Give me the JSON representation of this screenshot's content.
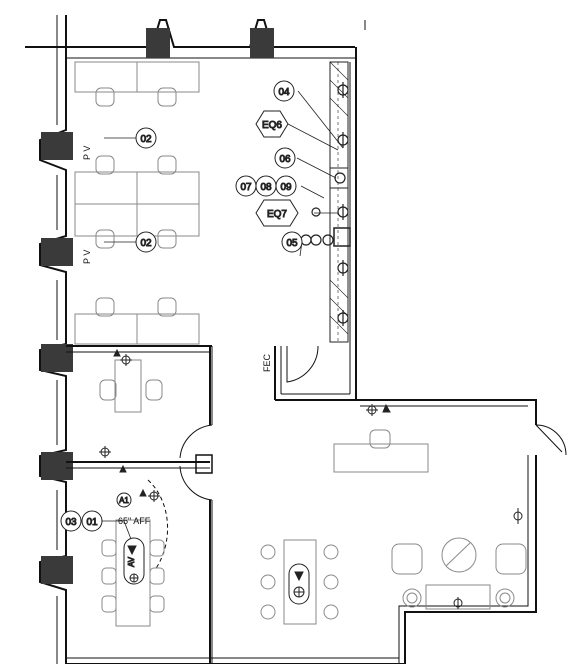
{
  "plan": {
    "title": "",
    "tags": {
      "tag_02_upper": "02",
      "tag_02_lower": "02",
      "tag_03": "03",
      "tag_01": "01",
      "tag_04": "04",
      "tag_05": "05",
      "tag_06": "06",
      "tag_07": "07",
      "tag_08": "08",
      "tag_09": "09"
    },
    "hex_tags": {
      "eq6": "EQ6",
      "eq7": "EQ7"
    },
    "labels": {
      "pv_upper": "P V",
      "pv_lower": "P V",
      "fec": "FEC",
      "av_marker": "A1",
      "av_label": "AV",
      "mount_height": "65\" AFF"
    },
    "colors": {
      "wall": "#111111",
      "column": "#3a3a3a",
      "furniture": "#8a8a8a",
      "equipment": "#222222"
    }
  }
}
